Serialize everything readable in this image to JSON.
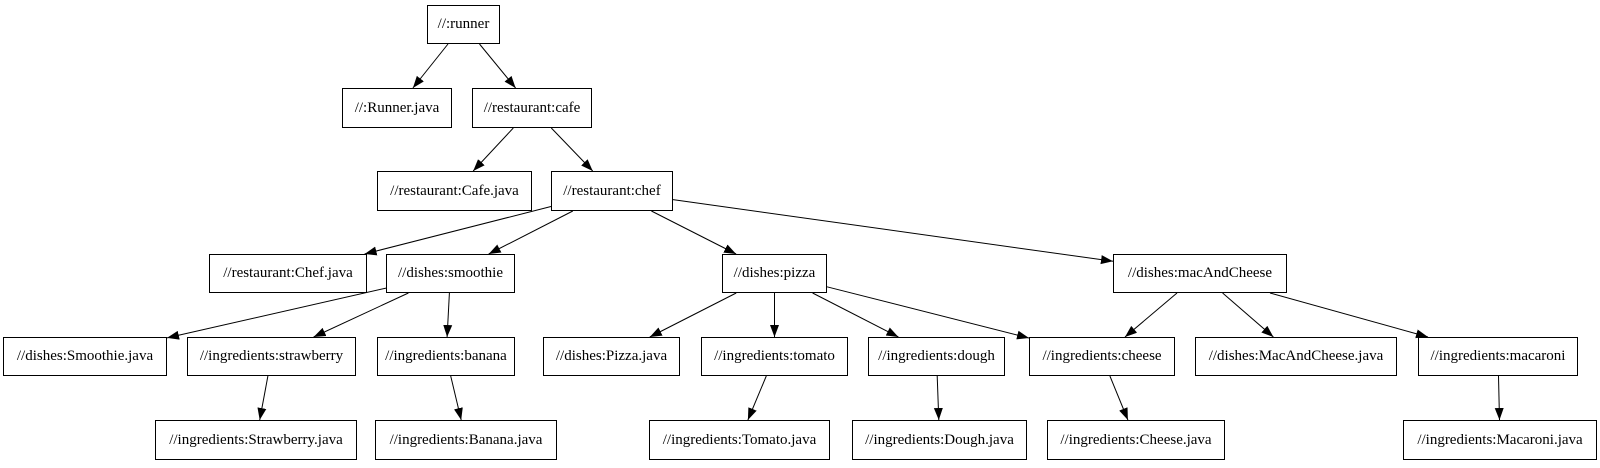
{
  "graph": {
    "kind": "build-dependency-tree",
    "background_color": "#ffffff",
    "node_fill_color": "#ffffff",
    "node_border_color": "#000000",
    "edge_color": "#000000",
    "text_color": "#000000",
    "nodes": [
      {
        "id": "runner",
        "label": "//:runner"
      },
      {
        "id": "runner_java",
        "label": "//:Runner.java"
      },
      {
        "id": "cafe",
        "label": "//restaurant:cafe"
      },
      {
        "id": "cafe_java",
        "label": "//restaurant:Cafe.java"
      },
      {
        "id": "chef",
        "label": "//restaurant:chef"
      },
      {
        "id": "chef_java",
        "label": "//restaurant:Chef.java"
      },
      {
        "id": "smoothie",
        "label": "//dishes:smoothie"
      },
      {
        "id": "pizza",
        "label": "//dishes:pizza"
      },
      {
        "id": "mac_and_cheese",
        "label": "//dishes:macAndCheese"
      },
      {
        "id": "smoothie_java",
        "label": "//dishes:Smoothie.java"
      },
      {
        "id": "strawberry",
        "label": "//ingredients:strawberry"
      },
      {
        "id": "banana",
        "label": "//ingredients:banana"
      },
      {
        "id": "pizza_java",
        "label": "//dishes:Pizza.java"
      },
      {
        "id": "tomato",
        "label": "//ingredients:tomato"
      },
      {
        "id": "dough",
        "label": "//ingredients:dough"
      },
      {
        "id": "cheese",
        "label": "//ingredients:cheese"
      },
      {
        "id": "mac_and_cheese_java",
        "label": "//dishes:MacAndCheese.java"
      },
      {
        "id": "macaroni",
        "label": "//ingredients:macaroni"
      },
      {
        "id": "strawberry_java",
        "label": "//ingredients:Strawberry.java"
      },
      {
        "id": "banana_java",
        "label": "//ingredients:Banana.java"
      },
      {
        "id": "tomato_java",
        "label": "//ingredients:Tomato.java"
      },
      {
        "id": "dough_java",
        "label": "//ingredients:Dough.java"
      },
      {
        "id": "cheese_java",
        "label": "//ingredients:Cheese.java"
      },
      {
        "id": "macaroni_java",
        "label": "//ingredients:Macaroni.java"
      }
    ],
    "edges": [
      {
        "from": "runner",
        "to": "runner_java"
      },
      {
        "from": "runner",
        "to": "cafe"
      },
      {
        "from": "cafe",
        "to": "cafe_java"
      },
      {
        "from": "cafe",
        "to": "chef"
      },
      {
        "from": "chef",
        "to": "chef_java"
      },
      {
        "from": "chef",
        "to": "smoothie"
      },
      {
        "from": "chef",
        "to": "pizza"
      },
      {
        "from": "chef",
        "to": "mac_and_cheese"
      },
      {
        "from": "smoothie",
        "to": "smoothie_java"
      },
      {
        "from": "smoothie",
        "to": "strawberry"
      },
      {
        "from": "smoothie",
        "to": "banana"
      },
      {
        "from": "strawberry",
        "to": "strawberry_java"
      },
      {
        "from": "banana",
        "to": "banana_java"
      },
      {
        "from": "pizza",
        "to": "pizza_java"
      },
      {
        "from": "pizza",
        "to": "tomato"
      },
      {
        "from": "pizza",
        "to": "dough"
      },
      {
        "from": "pizza",
        "to": "cheese"
      },
      {
        "from": "tomato",
        "to": "tomato_java"
      },
      {
        "from": "dough",
        "to": "dough_java"
      },
      {
        "from": "cheese",
        "to": "cheese_java"
      },
      {
        "from": "mac_and_cheese",
        "to": "cheese"
      },
      {
        "from": "mac_and_cheese",
        "to": "mac_and_cheese_java"
      },
      {
        "from": "mac_and_cheese",
        "to": "macaroni"
      },
      {
        "from": "macaroni",
        "to": "macaroni_java"
      }
    ]
  }
}
